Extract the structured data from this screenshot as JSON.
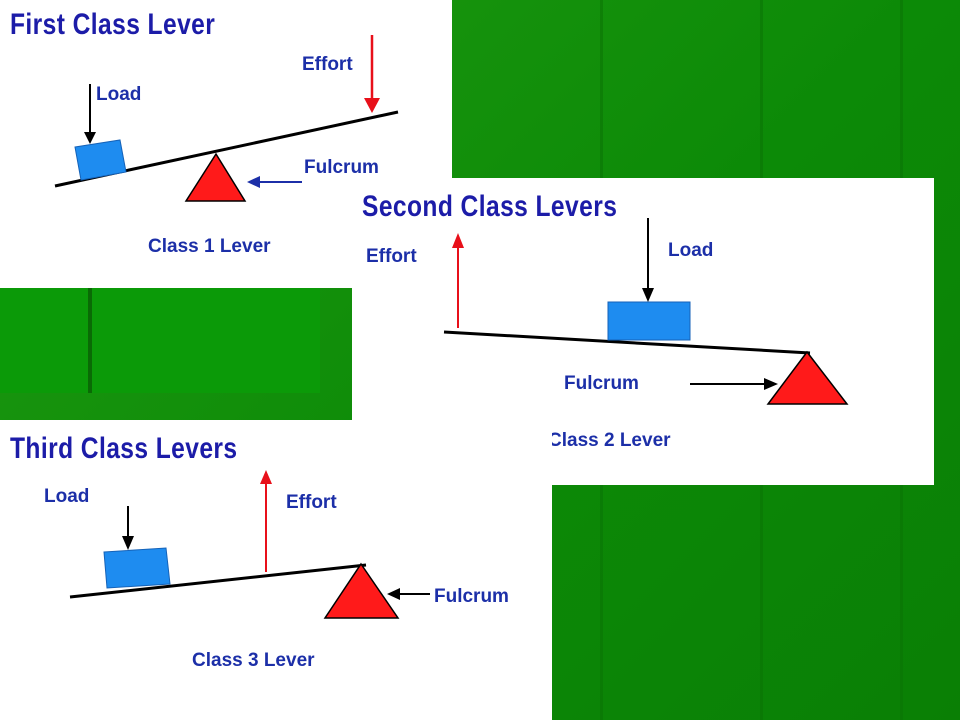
{
  "panels": [
    {
      "title": "First Class Lever",
      "labels": {
        "load": "Load",
        "effort": "Effort",
        "fulcrum": "Fulcrum",
        "caption": "Class 1 Lever"
      }
    },
    {
      "title": "Second Class Levers",
      "labels": {
        "effort": "Effort",
        "load": "Load",
        "fulcrum": "Fulcrum",
        "caption": "Class 2 Lever"
      }
    },
    {
      "title": "Third Class Levers",
      "labels": {
        "load": "Load",
        "effort": "Effort",
        "fulcrum": "Fulcrum",
        "caption": "Class 3 Lever"
      }
    }
  ],
  "colors": {
    "background": "#0c8a07",
    "title": "#1c1ca8",
    "label": "#1c2fa8",
    "load_box": "#1e8cf0",
    "fulcrum": "#ff1a1a",
    "effort_arrow": "#e8101a",
    "beam": "#000000"
  }
}
